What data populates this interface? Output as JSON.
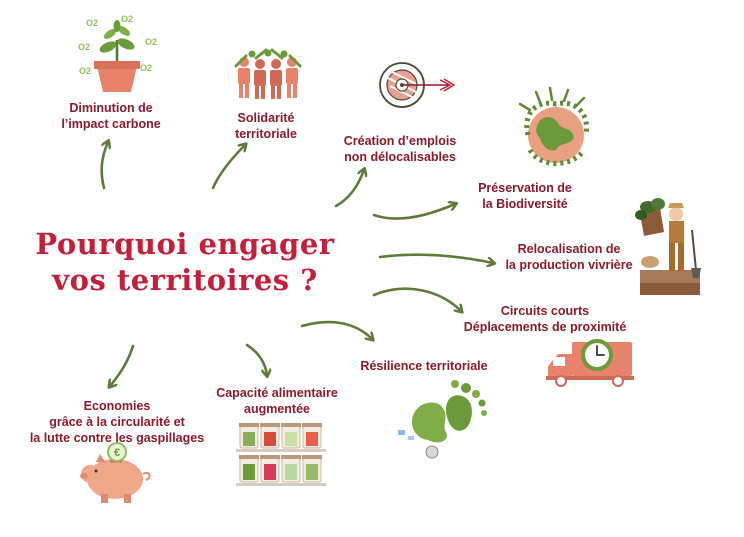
{
  "title": {
    "line1": "Pourquoi engager",
    "line2": "vos territoires ?"
  },
  "nodes": {
    "carbone": {
      "line1": "Diminution de",
      "line2": "l’impact carbone"
    },
    "solidarite": {
      "line1": "Solidarité",
      "line2": "territoriale"
    },
    "emplois": {
      "line1": "Création d’emplois",
      "line2": "non délocalisables"
    },
    "biodiversite": {
      "line1": "Préservation de",
      "line2": "la Biodiversité"
    },
    "relocalisation": {
      "line1": "Relocalisation de",
      "line2": "la production vivrière"
    },
    "circuits": {
      "line1": "Circuits courts",
      "line2": "Déplacements de proximité"
    },
    "resilience": {
      "line1": "Résilience territoriale"
    },
    "alimentaire": {
      "line1": "Capacité alimentaire",
      "line2": "augmentée"
    },
    "economies": {
      "line1": "Economies",
      "line2": "grâce à la circularité et",
      "line3": "la lutte contre les gaspillages"
    }
  },
  "icons": {
    "o2_mark": "O2",
    "coin_mark": "€"
  },
  "colors": {
    "title": "#c41e3a",
    "label": "#8b1a2b",
    "arrow": "#5f7a3a",
    "accent_salmon": "#e8826a",
    "accent_green": "#6b9a3a"
  }
}
